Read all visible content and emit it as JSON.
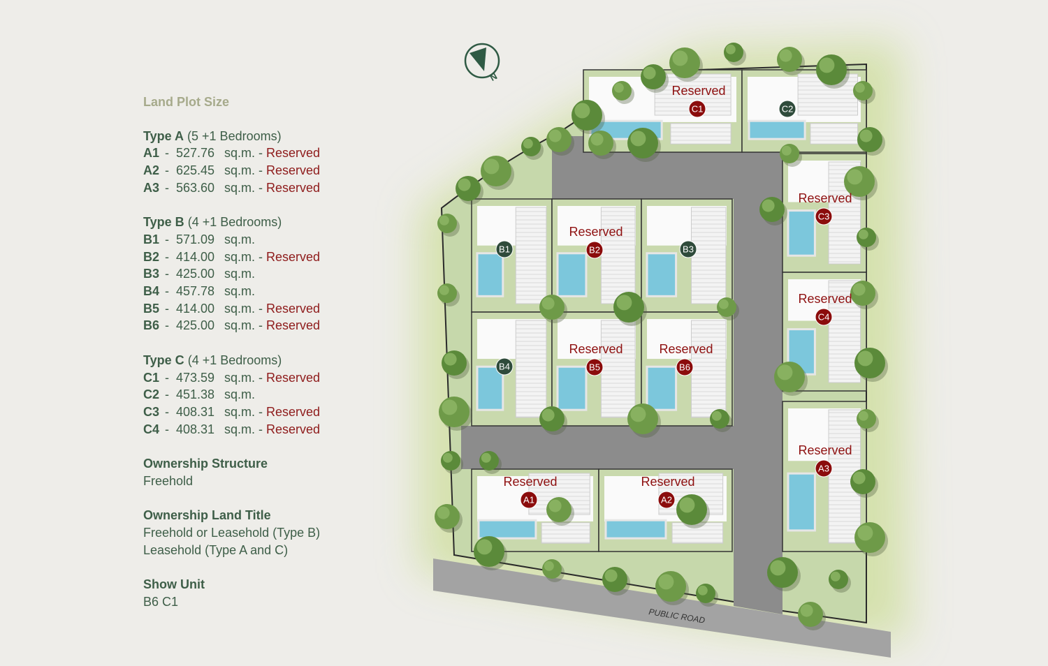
{
  "legend": {
    "title": "Land Plot Size",
    "types": [
      {
        "name": "Type A",
        "desc": "(5 +1 Bedrooms)",
        "plots": [
          {
            "code": "A1",
            "size": "527.76",
            "unit": "sq.m.",
            "status": "Reserved"
          },
          {
            "code": "A2",
            "size": "625.45",
            "unit": "sq.m.",
            "status": "Reserved"
          },
          {
            "code": "A3",
            "size": "563.60",
            "unit": "sq.m.",
            "status": "Reserved"
          }
        ]
      },
      {
        "name": "Type B",
        "desc": "(4 +1 Bedrooms)",
        "plots": [
          {
            "code": "B1",
            "size": "571.09",
            "unit": "sq.m."
          },
          {
            "code": "B2",
            "size": "414.00",
            "unit": "sq.m.",
            "status": "Reserved"
          },
          {
            "code": "B3",
            "size": "425.00",
            "unit": "sq.m."
          },
          {
            "code": "B4",
            "size": "457.78",
            "unit": "sq.m."
          },
          {
            "code": "B5",
            "size": "414.00",
            "unit": "sq.m.",
            "status": "Reserved"
          },
          {
            "code": "B6",
            "size": "425.00",
            "unit": "sq.m.",
            "status": "Reserved"
          }
        ]
      },
      {
        "name": "Type C",
        "desc": "(4 +1 Bedrooms)",
        "plots": [
          {
            "code": "C1",
            "size": "473.59",
            "unit": "sq.m.",
            "status": "Reserved"
          },
          {
            "code": "C2",
            "size": "451.38",
            "unit": "sq.m."
          },
          {
            "code": "C3",
            "size": "408.31",
            "unit": "sq.m.",
            "status": "Reserved"
          },
          {
            "code": "C4",
            "size": "408.31",
            "unit": "sq.m.",
            "status": "Reserved"
          }
        ]
      }
    ],
    "ownership_structure": {
      "heading": "Ownership Structure",
      "lines": [
        "Freehold"
      ]
    },
    "land_title": {
      "heading": "Ownership Land Title",
      "lines": [
        "Freehold or Leasehold (Type B)",
        "Leasehold (Type A and C)"
      ]
    },
    "show_unit": {
      "heading": "Show Unit",
      "lines": [
        "B6  C1"
      ]
    }
  },
  "plan": {
    "north_label": "N",
    "road_label": "PUBLIC ROAD",
    "reserved_label": "Reserved",
    "colors": {
      "reserved": "#8b0c0c",
      "available": "#2f4b3b",
      "road": "#8f8f8f",
      "lawn": "#c9d9ad",
      "pool": "#7cc7dc"
    },
    "units": [
      {
        "code": "C1",
        "reserved": true
      },
      {
        "code": "C2",
        "reserved": false
      },
      {
        "code": "C3",
        "reserved": true
      },
      {
        "code": "C4",
        "reserved": true
      },
      {
        "code": "B1",
        "reserved": false
      },
      {
        "code": "B2",
        "reserved": true
      },
      {
        "code": "B3",
        "reserved": false
      },
      {
        "code": "B4",
        "reserved": false
      },
      {
        "code": "B5",
        "reserved": true
      },
      {
        "code": "B6",
        "reserved": true
      },
      {
        "code": "A1",
        "reserved": true
      },
      {
        "code": "A2",
        "reserved": true
      },
      {
        "code": "A3",
        "reserved": true
      }
    ]
  }
}
